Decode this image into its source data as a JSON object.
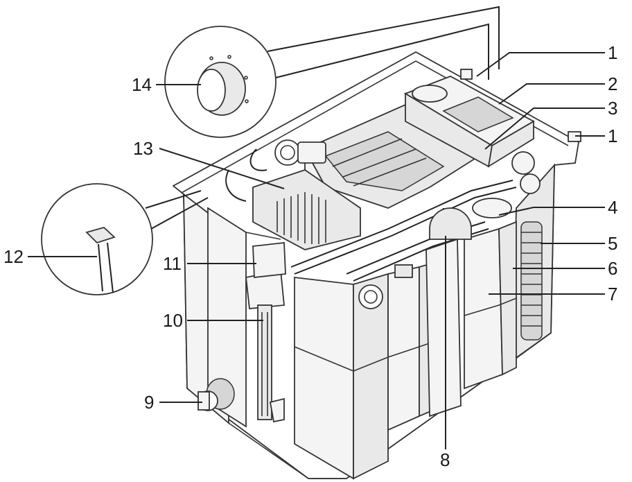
{
  "diagram": {
    "callouts": [
      {
        "id": "c1a",
        "text": "1"
      },
      {
        "id": "c1b",
        "text": "1"
      },
      {
        "id": "c2",
        "text": "2"
      },
      {
        "id": "c3",
        "text": "3"
      },
      {
        "id": "c4",
        "text": "4"
      },
      {
        "id": "c5",
        "text": "5"
      },
      {
        "id": "c6",
        "text": "6"
      },
      {
        "id": "c7",
        "text": "7"
      },
      {
        "id": "c8",
        "text": "8"
      },
      {
        "id": "c9",
        "text": "9"
      },
      {
        "id": "c10",
        "text": "10"
      },
      {
        "id": "c11",
        "text": "11"
      },
      {
        "id": "c12",
        "text": "12"
      },
      {
        "id": "c13",
        "text": "13"
      },
      {
        "id": "c14",
        "text": "14"
      }
    ]
  }
}
